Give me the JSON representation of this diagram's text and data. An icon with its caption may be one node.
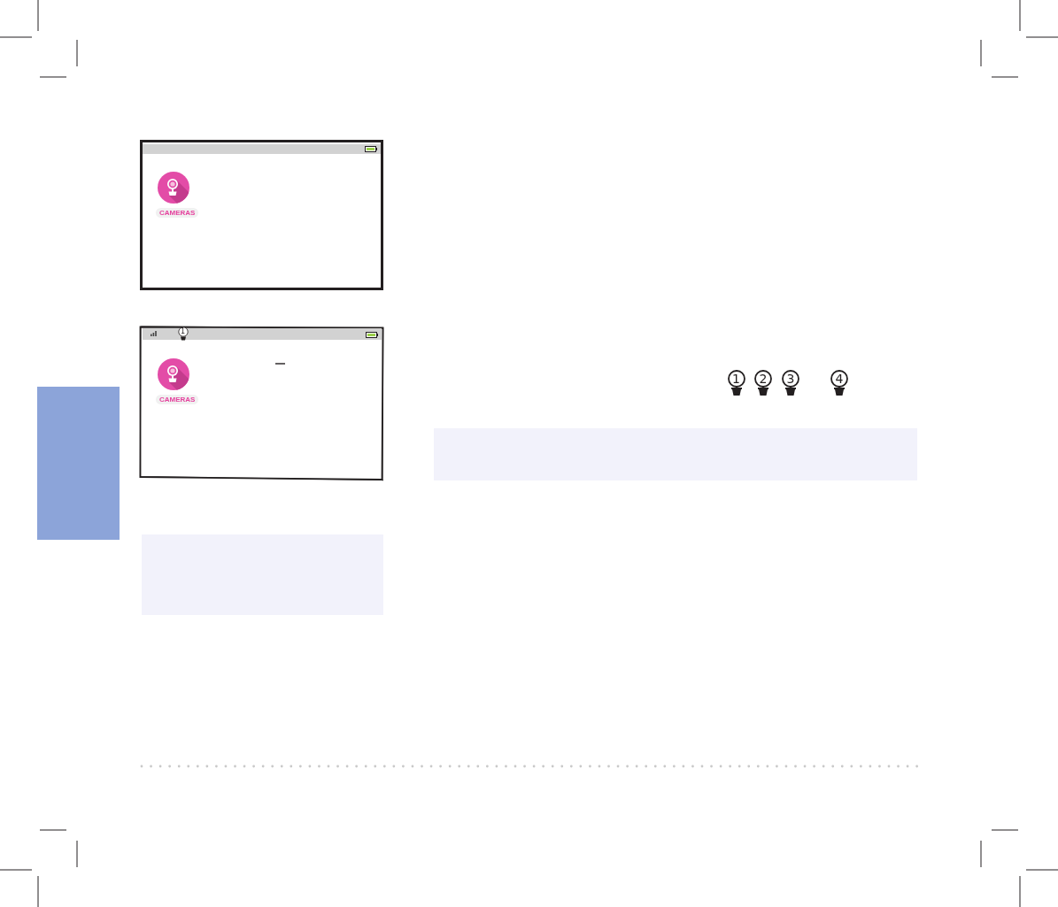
{
  "diagram": {
    "nodes": [
      {
        "text": [],
        "shape": "box"
      }
    ],
    "labels": [
      "CAMERAS",
      "1",
      "CAMERAS",
      "1",
      "2",
      "3",
      "4"
    ]
  }
}
